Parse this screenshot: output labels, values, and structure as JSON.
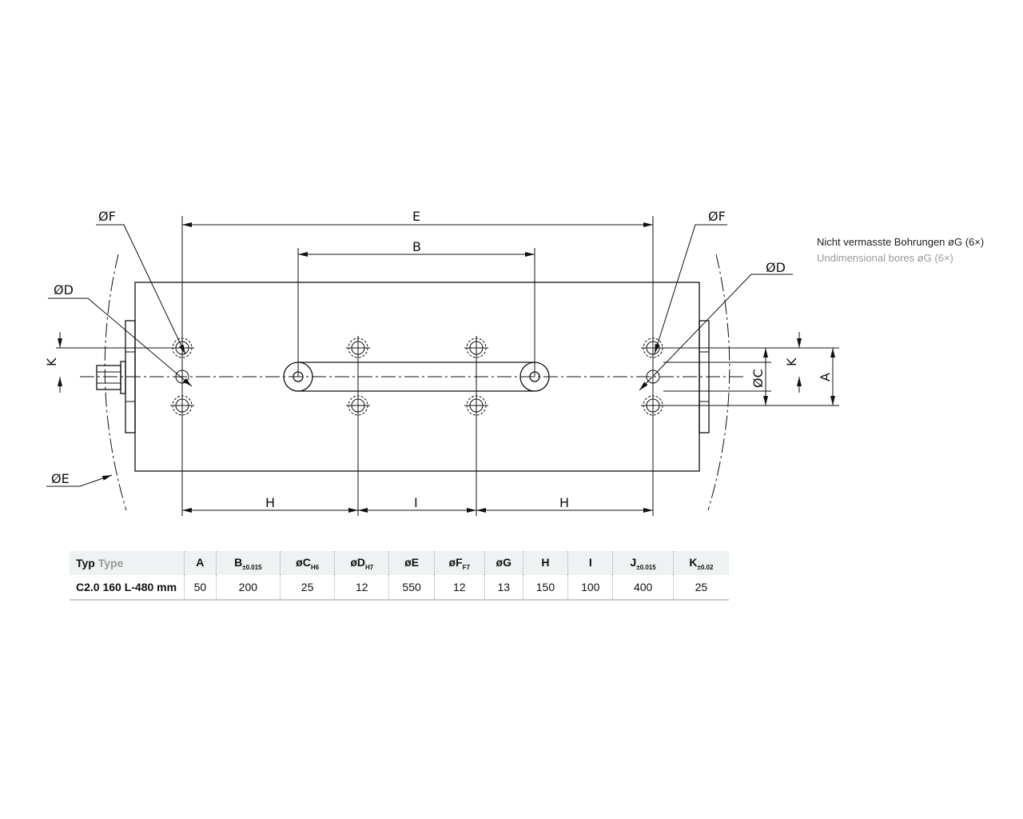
{
  "labels": {
    "E": "E",
    "B": "B",
    "H_left": "H",
    "I": "I",
    "H_right": "H",
    "F_left": "ØF",
    "D_left": "ØD",
    "E_dia": "ØE",
    "F_right": "ØF",
    "D_right": "ØD",
    "K_left": "K",
    "K_right": "K",
    "C": "ØC",
    "A": "A"
  },
  "notes": {
    "de": "Nicht vermasste Bohrungen øG (6×)",
    "en": "Undimensional bores øG (6×)"
  },
  "table": {
    "typ_de": "Typ",
    "typ_en": "Type",
    "headers": [
      {
        "main": "A",
        "sub": ""
      },
      {
        "main": "B",
        "sub": "±0.015"
      },
      {
        "main": "øC",
        "sub": "H6"
      },
      {
        "main": "øD",
        "sub": "H7"
      },
      {
        "main": "øE",
        "sub": ""
      },
      {
        "main": "øF",
        "sub": "F7"
      },
      {
        "main": "øG",
        "sub": ""
      },
      {
        "main": "H",
        "sub": ""
      },
      {
        "main": "I",
        "sub": ""
      },
      {
        "main": "J",
        "sub": "±0.015"
      },
      {
        "main": "K",
        "sub": "±0.02"
      }
    ],
    "row": {
      "type": "C2.0 160 L-480 mm",
      "values": [
        "50",
        "200",
        "25",
        "12",
        "550",
        "12",
        "13",
        "150",
        "100",
        "400",
        "25"
      ]
    }
  }
}
